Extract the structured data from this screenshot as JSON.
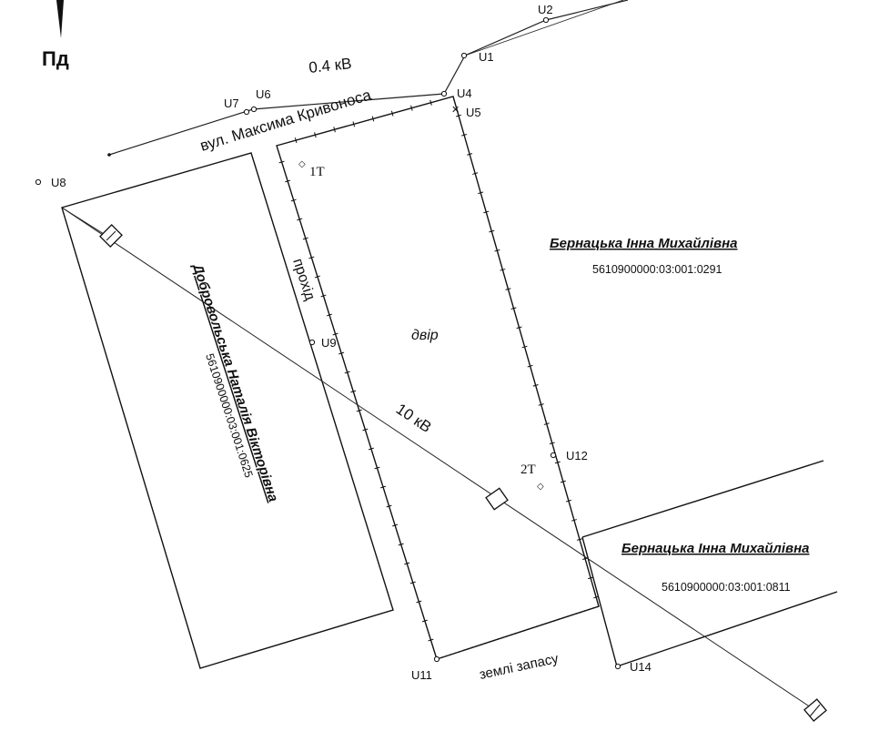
{
  "north_label": "Пд",
  "power_lines": {
    "low_voltage": "0.4 кВ",
    "high_voltage": "10 кВ"
  },
  "street": "вул. Максима Кривоноса",
  "areas": {
    "passage": "прохід",
    "yard": "двір",
    "reserve_land": "землі запасу"
  },
  "neighbors": [
    {
      "owner": "Бернацька Інна Михайлівна",
      "cadastral": "5610900000:03:001:0291"
    },
    {
      "owner": "Бернацька Інна Михайлівна",
      "cadastral": "5610900000:03:001:0811"
    },
    {
      "owner": "Добровольська Наталія Вікторівна",
      "cadastral": "5610900000:03:001:0625"
    }
  ],
  "points": [
    "U1",
    "U2",
    "U4",
    "U5",
    "U6",
    "U7",
    "U8",
    "U9",
    "U11",
    "U12",
    "U14"
  ],
  "markers": [
    "1T",
    "2T"
  ]
}
